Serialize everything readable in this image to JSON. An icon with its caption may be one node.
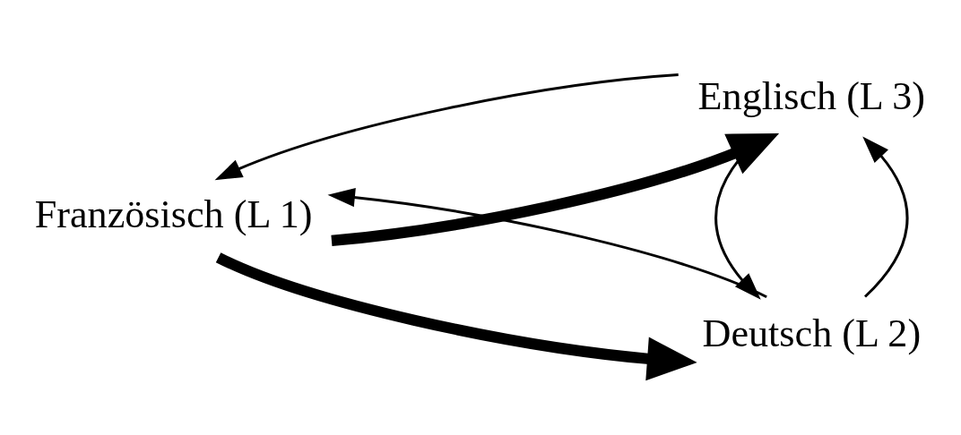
{
  "diagram": {
    "nodes": [
      {
        "text": [
          "Französisch (L 1)"
        ]
      },
      {
        "text": [
          "Deutsch (L 2)"
        ]
      },
      {
        "text": [
          "Englisch (L 3)"
        ]
      }
    ],
    "edges": [
      {
        "from": 1,
        "to": 0,
        "arrow": "to"
      },
      {
        "from": 0,
        "to": 1,
        "arrow": "to",
        "style": "thick"
      },
      {
        "from": 0,
        "to": 2,
        "arrow": "to",
        "style": "thick"
      },
      {
        "from": 2,
        "to": 0,
        "arrow": "to"
      },
      {
        "from": 1,
        "to": 2,
        "arrow": "to"
      },
      {
        "from": 2,
        "to": 1,
        "arrow": "to"
      }
    ]
  }
}
